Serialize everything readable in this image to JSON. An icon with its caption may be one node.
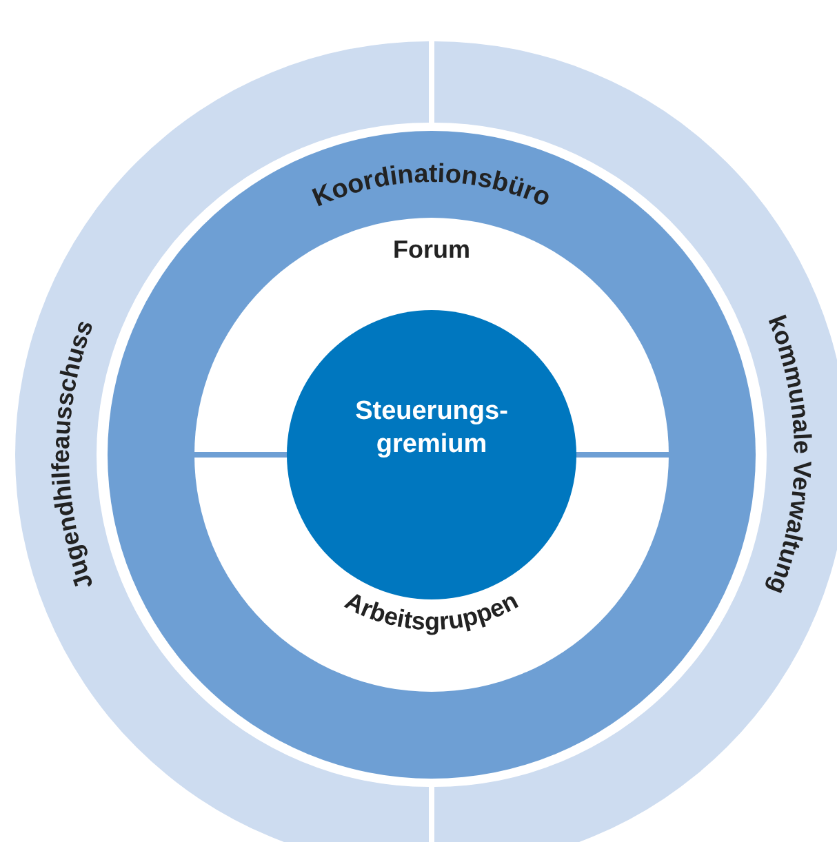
{
  "diagram": {
    "nodes": [
      {
        "text": [
          "Jugendhilfeausschuss"
        ]
      },
      {
        "text": [
          "kommunale Verwaltung"
        ]
      },
      {
        "text": [
          "Koordinationsbüro"
        ]
      },
      {
        "text": [
          "Forum"
        ],
        "in": 2
      },
      {
        "text": [
          "Arbeitsgruppen"
        ],
        "in": 2
      },
      {
        "text": [
          "Steuerungs- gremium"
        ],
        "in": 2
      }
    ]
  }
}
